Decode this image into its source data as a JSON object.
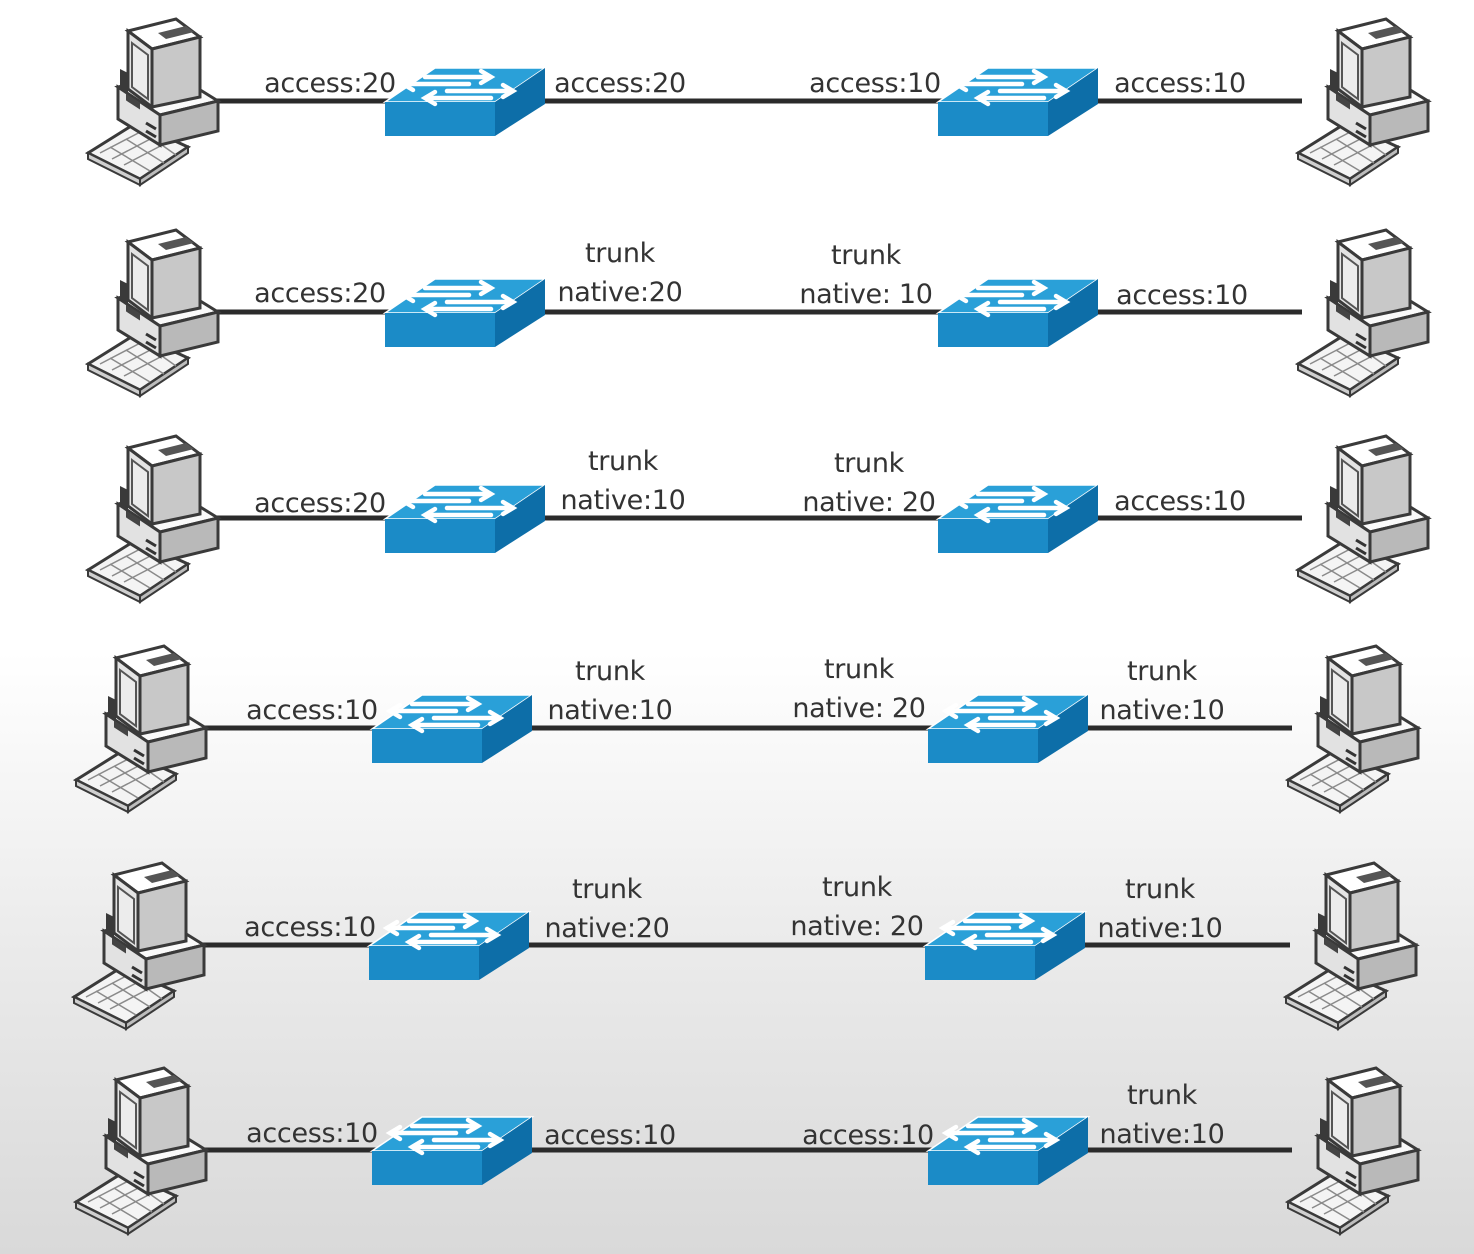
{
  "colors": {
    "link": "#2b2b2b",
    "switch_top": "#2a9fd6",
    "switch_front": "#1b8ac6",
    "switch_side": "#0d6ea7",
    "switch_arrow": "#ffffff",
    "label_text": "#333333"
  },
  "icons": {
    "pc": "pc-icon",
    "switch": "switch-icon"
  },
  "rows": [
    {
      "left_access": "access:20",
      "sw1_right": "access:20",
      "sw2_left": "access:10",
      "right_access": "access:10"
    },
    {
      "left_access": "access:20",
      "sw1_right": "trunk\nnative:20",
      "sw2_left": "trunk\nnative: 10",
      "right_access": "access:10"
    },
    {
      "left_access": "access:20",
      "sw1_right": "trunk\nnative:10",
      "sw2_left": "trunk\nnative: 20",
      "right_access": "access:10"
    },
    {
      "left_access": "access:10",
      "sw1_right": "trunk\nnative:10",
      "sw2_left": "trunk\nnative: 20",
      "right_access": "trunk\nnative:10"
    },
    {
      "left_access": "access:10",
      "sw1_right": "trunk\nnative:20",
      "sw2_left": "trunk\nnative: 20",
      "right_access": "trunk\nnative:10"
    },
    {
      "left_access": "access:10",
      "sw1_right": "access:10",
      "sw2_left": "access:10",
      "right_access": "trunk\nnative:10"
    }
  ]
}
